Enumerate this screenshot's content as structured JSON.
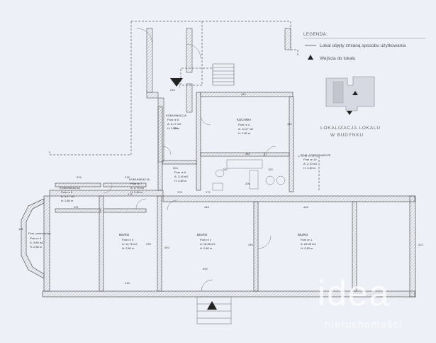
{
  "legend": {
    "title": "LEGENDA:",
    "item_changed": "Lokal objęty zmianą sposobu użytkowania",
    "item_entrance": "Wejścia do lokalu"
  },
  "location": {
    "line1": "LOKALIZACJA LOKALU",
    "line2": "W BUDYNKU"
  },
  "rooms": {
    "r1": {
      "name": "BIURO",
      "num": "Pom nr 1",
      "area": "A: 25,08 m2",
      "height": "H: 2,80 m"
    },
    "r2": {
      "name": "BIURO",
      "num": "Pom nr 2",
      "area": "A: 18,98 m2",
      "height": "H: 2,80 m"
    },
    "r3": {
      "name": "BIURO",
      "num": "Pom nr 3",
      "area": "A: 10,76 m2",
      "height": "H: 2,80 m"
    },
    "r4": {
      "name": "KUCHNIA",
      "num": "Pom nr 4",
      "area": "A: 11,27 m2",
      "height": "H: 2,80 m"
    },
    "r5": {
      "name": "KOMUNIKACJA",
      "num": "Pom nr 5",
      "area": "A: 8,17 m2",
      "height": "H: 2,80 m"
    },
    "r6": {
      "name": "W.C",
      "num": "Pom nr 6",
      "area": "A: 3,16 m2",
      "height": "H: 2,80 m"
    },
    "r7": {
      "name": "KOMUNIKACJA",
      "num": "Pom nr 7",
      "area": "A: 3,75 m2",
      "height": "H: 2,80 m"
    },
    "r8": {
      "name": "KOMUNIKACJA",
      "num": "Pom nr 8",
      "area": "A: 4,17 m2",
      "height": "H: 2,80 m"
    },
    "r9": {
      "name": "Pom. pomocnicze",
      "num": "Pom nr 9",
      "area": "A: 3,89 m2",
      "height": "H: 2,80 m"
    },
    "r10": {
      "name": "POM. GOSPODARCZE",
      "num": "Pom nr 10",
      "area": "A: 2,10 m2",
      "height": "H: 2,80 m"
    }
  },
  "dimensions": {
    "d1": "440",
    "d2": "210",
    "d3": "224",
    "d4": "218",
    "d5": "221",
    "d6": "174",
    "d7": "448",
    "d8": "448",
    "d9": "260",
    "d10": "399",
    "d11": "403",
    "d12": "115",
    "d13": "178",
    "d14": "200",
    "d15": "172",
    "d16": "235",
    "d17": "248",
    "d18": "313",
    "d19": "440",
    "d20": "196",
    "d21": "120",
    "d22": "245",
    "d23": "440"
  },
  "watermark": {
    "brand": "idea",
    "sub": "nieruchomości"
  },
  "colors": {
    "wall": "#555555",
    "hatch": "#b0b0b0",
    "dashed": "#666666",
    "background": "#eef0f7"
  }
}
